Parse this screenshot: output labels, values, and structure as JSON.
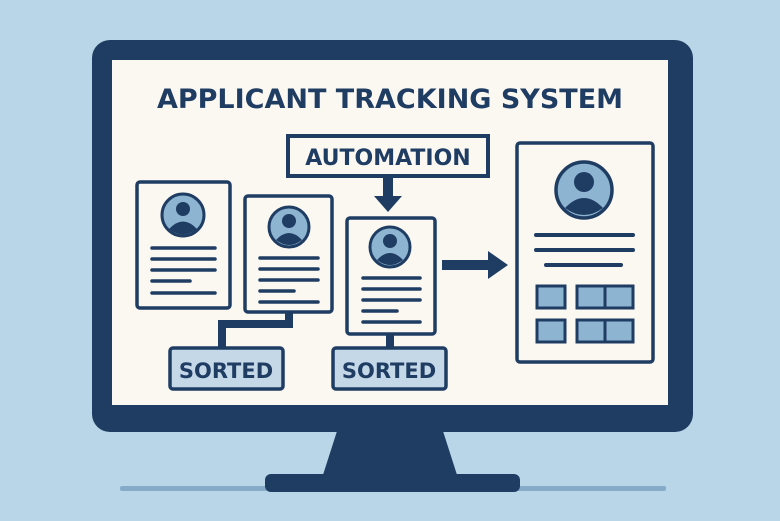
{
  "title": "APPLICANT TRACKING SYSTEM",
  "automation_label": "AUTOMATION",
  "sorted_labels": [
    "SORTED",
    "SORTED"
  ],
  "icons": [
    "monitor-icon",
    "resume-icon",
    "avatar-icon",
    "arrow-down-icon",
    "arrow-right-icon",
    "profile-card-icon"
  ],
  "colors": {
    "background": "#b9d5e8",
    "navy": "#1f3d63",
    "screen": "#fbf8f2",
    "avatar_fill": "#8db4d0",
    "label_fill": "#c5d8e8"
  }
}
